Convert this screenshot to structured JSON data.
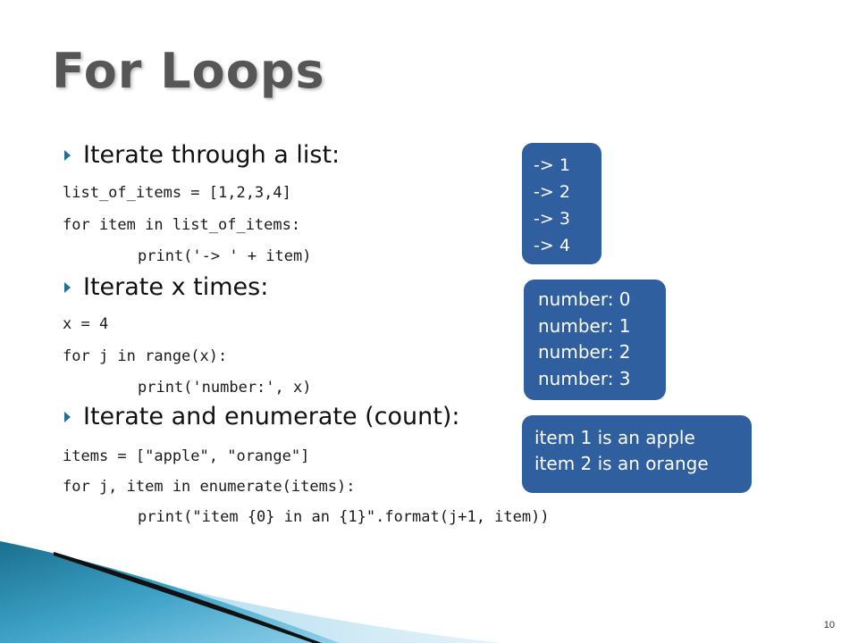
{
  "slide": {
    "title": "For Loops",
    "page_number": "10",
    "sections": [
      {
        "heading": "Iterate through a list:",
        "code": [
          "list_of_items = [1,2,3,4]",
          "for item in list_of_items:",
          "print('-> ' + item)"
        ]
      },
      {
        "heading": "Iterate x times:",
        "code": [
          "x = 4",
          "for j in range(x):",
          "print('number:', x)"
        ]
      },
      {
        "heading": "Iterate and enumerate (count):",
        "code": [
          "items = [\"apple\", \"orange\"]",
          "for j, item in enumerate(items):",
          "print(\"item {0} in an {1}\".format(j+1, item))"
        ]
      }
    ],
    "outputs": [
      [
        "-> 1",
        "-> 2",
        "-> 3",
        "-> 4"
      ],
      [
        "number: 0",
        "number: 1",
        "number: 2",
        "number: 3"
      ],
      [
        "item 1 is an apple",
        "item 2 is an orange"
      ]
    ],
    "colors": {
      "output_box": "#2f5f9e",
      "bullet": "#1f6f99",
      "title": "#565656"
    }
  }
}
